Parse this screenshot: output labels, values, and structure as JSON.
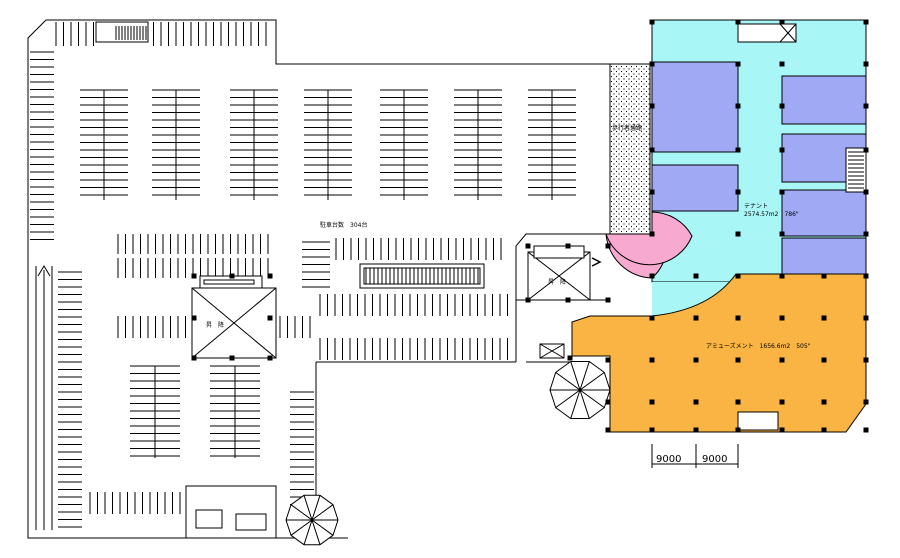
{
  "plan": {
    "parking_label": "駐車台数　304台",
    "walkway_label": "歩行者通路",
    "shop_label_1": "テナント",
    "shop_label_2": "2574.57m2　786\"",
    "amusement_label": "アミューズメント　1656.6m2　505\"",
    "elevator_label_1": "昇　降",
    "elevator_label_2": "昇　降",
    "dimension_1": "9000",
    "dimension_2": "9000"
  },
  "colors": {
    "cyan_zone": "#a9f6f6",
    "tenant_blocks": "#9fa9f4",
    "amusement_zone": "#f9b443",
    "pink_zone": "#f7a9cf",
    "lines": "#000000"
  }
}
